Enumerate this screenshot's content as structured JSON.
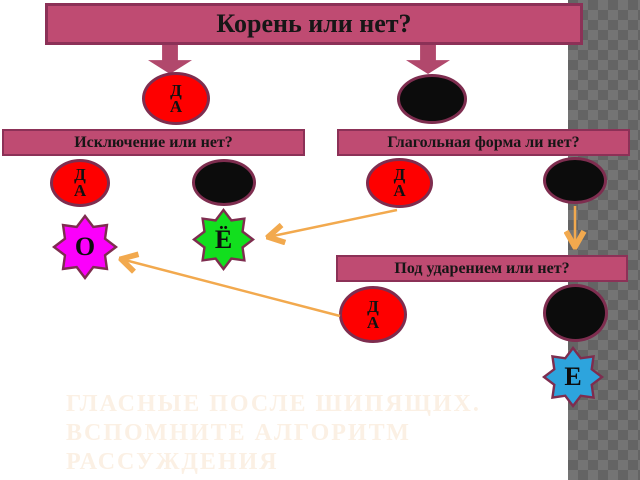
{
  "slide": {
    "title": "Корень или нет?",
    "yes_label": "ДА",
    "questions": {
      "exception": "Исключение или нет?",
      "verbal": "Глагольная форма ли нет?",
      "stress": "Под ударением или нет?"
    },
    "letters": {
      "o": "О",
      "yo": "Ё",
      "e": "Е"
    },
    "watermark_lines": [
      "ГЛАСНЫЕ ПОСЛЕ ШИПЯЩИХ.",
      "ВСПОМНИТЕ АЛГОРИТМ",
      "РАССУЖДЕНИЯ"
    ]
  },
  "colors": {
    "banner_fill": "#bf4b72",
    "banner_border": "#8c3157",
    "shape_border": "#7e2d4f",
    "yes_node": "#fe0000",
    "no_node": "#0c0c0c",
    "star_o": "#fb00fb",
    "star_yo": "#12df1e",
    "star_e": "#2da4dd",
    "connector_arrow": "#f2a94e",
    "panel_background": "#646464",
    "panel_diamond": "#747474",
    "watermark_text": "#fbf0e4"
  }
}
